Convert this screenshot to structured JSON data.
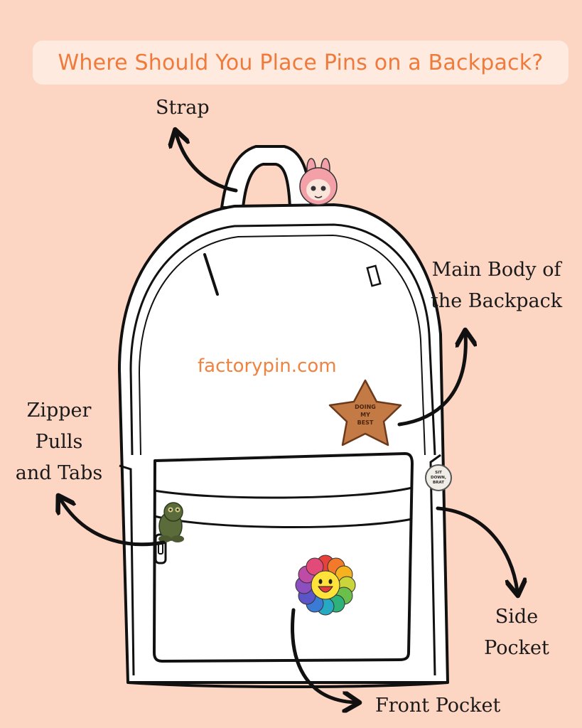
{
  "title": "Where Should You Place Pins on a Backpack?",
  "watermark": "factorypin.com",
  "labels": {
    "strap": "Strap",
    "main_body": [
      "Main Body of",
      "the Backpack"
    ],
    "zipper": [
      "Zipper",
      "Pulls",
      "and Tabs"
    ],
    "side_pocket": [
      "Side",
      "Pocket"
    ],
    "front_pocket": "Front Pocket"
  },
  "pins": {
    "star_text": [
      "DOING",
      "MY",
      "BEST"
    ],
    "side_text": [
      "SIT",
      "DOWN,",
      "BRAT"
    ]
  },
  "colors": {
    "background": "#FDD5C3",
    "title_box": "#FEEADF",
    "title_text": "#F07A3C",
    "watermark": "#F0833F",
    "star_pin": "#C47A45"
  }
}
